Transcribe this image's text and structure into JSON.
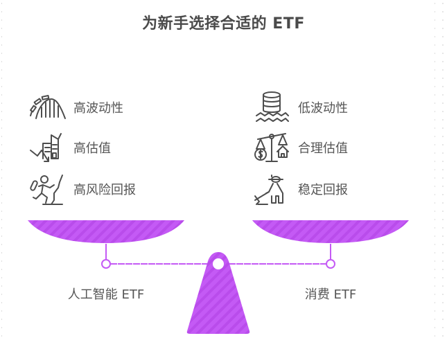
{
  "title": "为新手选择合适的 ETF",
  "left_side": {
    "etf_name": "人工智能 ETF",
    "traits": [
      {
        "label": "高波动性",
        "icon": "roller-coaster-icon"
      },
      {
        "label": "高估值",
        "icon": "building-downtrend-icon"
      },
      {
        "label": "高风险回报",
        "icon": "climber-icon"
      }
    ]
  },
  "right_side": {
    "etf_name": "消费 ETF",
    "traits": [
      {
        "label": "低波动性",
        "icon": "database-waves-icon"
      },
      {
        "label": "合理估值",
        "icon": "balance-scale-icon"
      },
      {
        "label": "稳定回报",
        "icon": "farmer-icon"
      }
    ]
  },
  "colors": {
    "accent": "#C45AF5",
    "accent_stripe": "#B94CEB",
    "text": "#555555",
    "title": "#4A4A4A",
    "icon": "#4D4D4D"
  }
}
